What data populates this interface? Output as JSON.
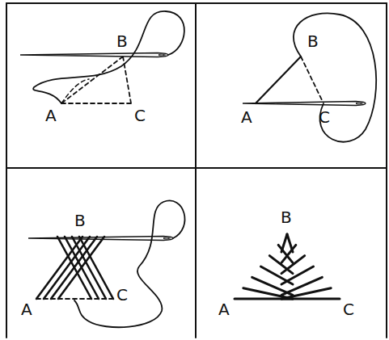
{
  "diagram": {
    "labels": [
      "B",
      "A",
      "C",
      "B",
      "A",
      "C",
      "B",
      "A",
      "C",
      "B",
      "A",
      "C"
    ]
  }
}
